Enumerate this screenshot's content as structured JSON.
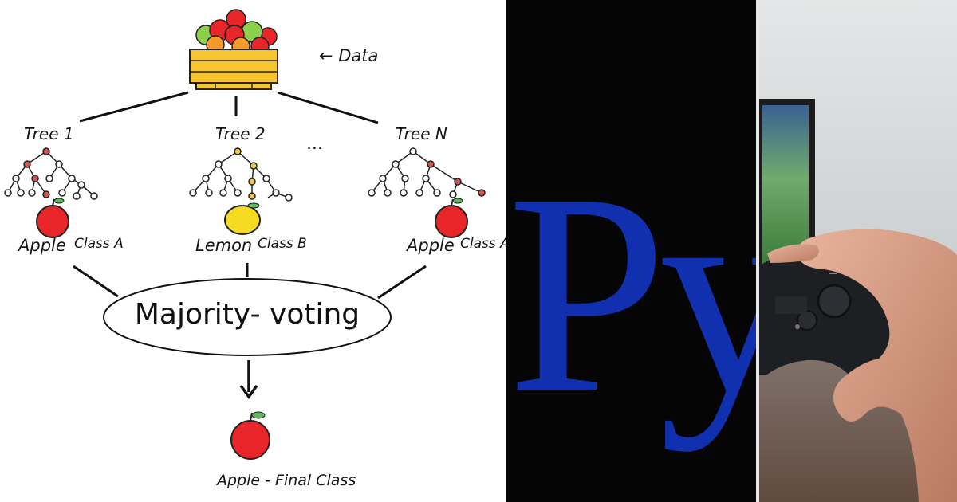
{
  "diagram": {
    "data_label": "← Data",
    "trees": [
      {
        "label": "Tree 1",
        "leaf": "Apple",
        "class": "Class A"
      },
      {
        "label": "Tree 2",
        "leaf": "Lemon",
        "class": "Class B"
      },
      {
        "label": "Tree N",
        "leaf": "Apple",
        "class": "Class A"
      }
    ],
    "ellipsis": "...",
    "voting": "Majority- voting",
    "final": "Apple - Final Class",
    "colors": {
      "apple": "#e8262a",
      "lemon": "#f5dc22",
      "crate": "#f7c52c",
      "path_red": "#d9534f",
      "path_yellow": "#f2c94c",
      "line": "#111111"
    }
  },
  "python_panel": {
    "text": "Py",
    "colors": {
      "background": "#050505",
      "text": "#1130b0"
    }
  },
  "photo_panel": {
    "icons": [
      "controller-icon",
      "tv-icon",
      "hand-icon"
    ]
  }
}
